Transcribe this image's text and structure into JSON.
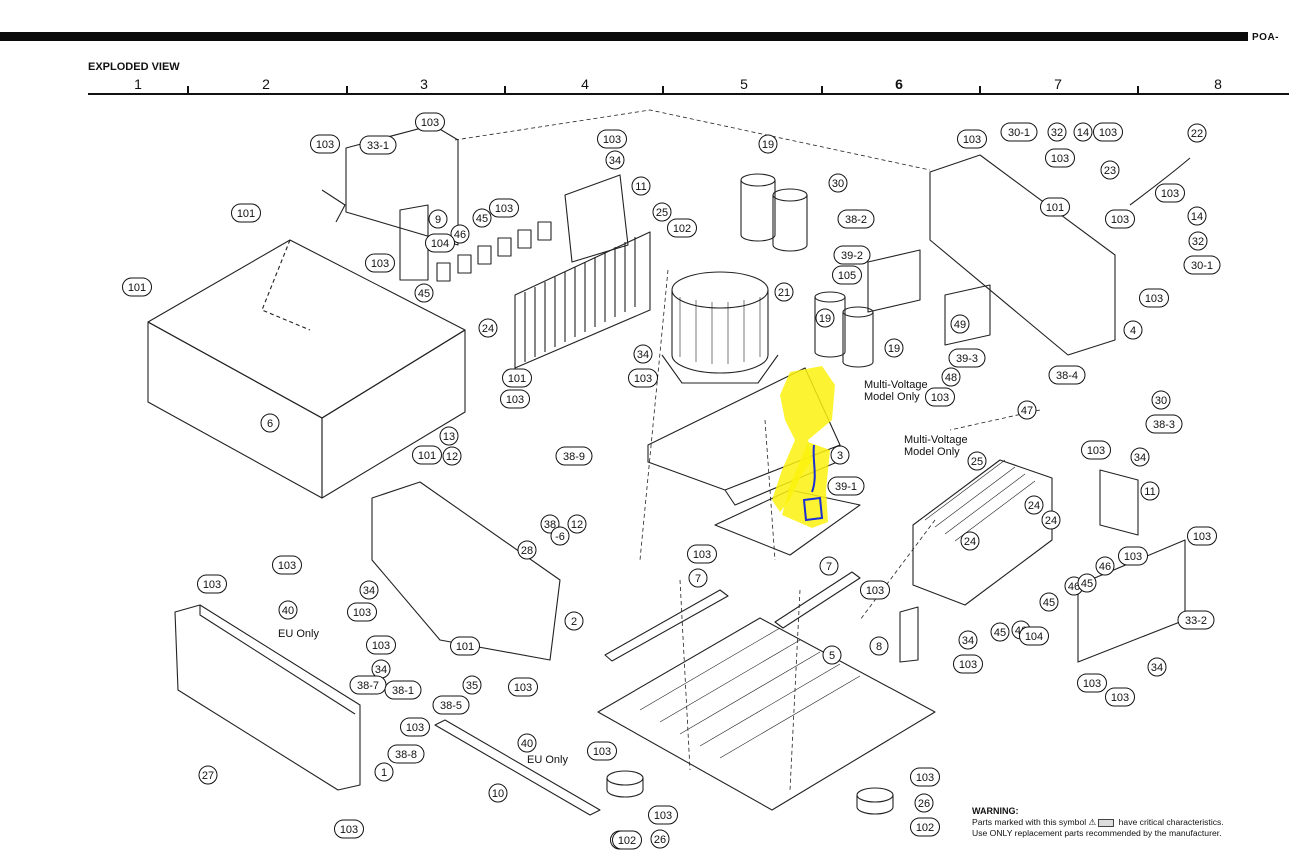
{
  "header": {
    "model_code": "POA-",
    "title": "EXPLODED VIEW"
  },
  "grid_columns": [
    "1",
    "2",
    "3",
    "4",
    "5",
    "6",
    "7",
    "8"
  ],
  "annotations": {
    "multi_voltage_1": [
      "Multi-Voltage",
      "Model Only"
    ],
    "multi_voltage_2": [
      "Multi-Voltage",
      "Model Only"
    ],
    "eu_only_1": "EU Only",
    "eu_only_2": "EU Only"
  },
  "warning": {
    "title": "WARNING:",
    "line1_a": "Parts marked with this symbol",
    "line1_b": "have critical characteristics.",
    "line2": "Use ONLY replacement parts recommended by the manufacturer."
  },
  "callouts": [
    {
      "id": "c1",
      "text": "103"
    },
    {
      "id": "c2",
      "text": "33-1"
    },
    {
      "id": "c3",
      "text": "103"
    },
    {
      "id": "c4",
      "text": "9"
    },
    {
      "id": "c5",
      "text": "103"
    },
    {
      "id": "c6",
      "text": "101"
    },
    {
      "id": "c7",
      "text": "101"
    },
    {
      "id": "c8",
      "text": "6"
    },
    {
      "id": "c9",
      "text": "101"
    },
    {
      "id": "c10",
      "text": "101"
    },
    {
      "id": "c11",
      "text": "103"
    },
    {
      "id": "c12",
      "text": "34"
    },
    {
      "id": "c13",
      "text": "11"
    },
    {
      "id": "c14",
      "text": "103"
    },
    {
      "id": "c15",
      "text": "45"
    },
    {
      "id": "c16",
      "text": "46"
    },
    {
      "id": "c17",
      "text": "104"
    },
    {
      "id": "c18",
      "text": "45"
    },
    {
      "id": "c19",
      "text": "24"
    },
    {
      "id": "c20",
      "text": "25"
    },
    {
      "id": "c21",
      "text": "102"
    },
    {
      "id": "c22",
      "text": "34"
    },
    {
      "id": "c23",
      "text": "103"
    },
    {
      "id": "c24",
      "text": "103"
    },
    {
      "id": "c25",
      "text": "13"
    },
    {
      "id": "c26",
      "text": "12"
    },
    {
      "id": "c27",
      "text": "38-9"
    },
    {
      "id": "c28",
      "text": "38"
    },
    {
      "id": "c29",
      "text": "-6"
    },
    {
      "id": "c30",
      "text": "12"
    },
    {
      "id": "c31",
      "text": "28"
    },
    {
      "id": "c32",
      "text": "103"
    },
    {
      "id": "c33",
      "text": "34"
    },
    {
      "id": "c34",
      "text": "40"
    },
    {
      "id": "c35",
      "text": "103"
    },
    {
      "id": "c36",
      "text": "2"
    },
    {
      "id": "c37",
      "text": "103"
    },
    {
      "id": "c38",
      "text": "101"
    },
    {
      "id": "c39",
      "text": "34"
    },
    {
      "id": "c40",
      "text": "38-7"
    },
    {
      "id": "c41",
      "text": "38-1"
    },
    {
      "id": "c42",
      "text": "35"
    },
    {
      "id": "c43",
      "text": "38-5"
    },
    {
      "id": "c44",
      "text": "103"
    },
    {
      "id": "c45",
      "text": "103"
    },
    {
      "id": "c46",
      "text": "38-8"
    },
    {
      "id": "c47",
      "text": "1"
    },
    {
      "id": "c48",
      "text": "27"
    },
    {
      "id": "c49",
      "text": "103"
    },
    {
      "id": "c50",
      "text": "40"
    },
    {
      "id": "c51",
      "text": "10"
    },
    {
      "id": "c52",
      "text": "103"
    },
    {
      "id": "c53",
      "text": "102"
    },
    {
      "id": "c54",
      "text": "19"
    },
    {
      "id": "c55",
      "text": "21"
    },
    {
      "id": "c56",
      "text": "105"
    },
    {
      "id": "c57",
      "text": "19"
    },
    {
      "id": "c58",
      "text": "19"
    },
    {
      "id": "c59",
      "text": "30"
    },
    {
      "id": "c60",
      "text": "38-2"
    },
    {
      "id": "c61",
      "text": "39-2"
    },
    {
      "id": "c62",
      "text": "49"
    },
    {
      "id": "c63",
      "text": "39-3"
    },
    {
      "id": "c64",
      "text": "3"
    },
    {
      "id": "c65",
      "text": "39-1"
    },
    {
      "id": "c66",
      "text": "103"
    },
    {
      "id": "c67",
      "text": "7"
    },
    {
      "id": "c68",
      "text": "7"
    },
    {
      "id": "c69",
      "text": "5"
    },
    {
      "id": "c70",
      "text": "103"
    },
    {
      "id": "c71",
      "text": "102"
    },
    {
      "id": "c72",
      "text": "26"
    },
    {
      "id": "c73",
      "text": "103"
    },
    {
      "id": "c74",
      "text": "103"
    },
    {
      "id": "c75",
      "text": "26"
    },
    {
      "id": "c76",
      "text": "102"
    },
    {
      "id": "c77",
      "text": "103"
    },
    {
      "id": "c78",
      "text": "30-1"
    },
    {
      "id": "c79",
      "text": "32"
    },
    {
      "id": "c80",
      "text": "14"
    },
    {
      "id": "c81",
      "text": "103"
    },
    {
      "id": "c82",
      "text": "22"
    },
    {
      "id": "c83",
      "text": "103"
    },
    {
      "id": "c84",
      "text": "23"
    },
    {
      "id": "c85",
      "text": "101"
    },
    {
      "id": "c86",
      "text": "103"
    },
    {
      "id": "c87",
      "text": "103"
    },
    {
      "id": "c88",
      "text": "14"
    },
    {
      "id": "c89",
      "text": "32"
    },
    {
      "id": "c90",
      "text": "30-1"
    },
    {
      "id": "c91",
      "text": "103"
    },
    {
      "id": "c92",
      "text": "4"
    },
    {
      "id": "c93",
      "text": "38-4"
    },
    {
      "id": "c94",
      "text": "48"
    },
    {
      "id": "c95",
      "text": "103"
    },
    {
      "id": "c96",
      "text": "47"
    },
    {
      "id": "c97",
      "text": "30"
    },
    {
      "id": "c98",
      "text": "38-3"
    },
    {
      "id": "c99",
      "text": "103"
    },
    {
      "id": "c100",
      "text": "34"
    },
    {
      "id": "c101",
      "text": "11"
    },
    {
      "id": "c102",
      "text": "25"
    },
    {
      "id": "c103",
      "text": "24"
    },
    {
      "id": "c104",
      "text": "24"
    },
    {
      "id": "c105",
      "text": "103"
    },
    {
      "id": "c106",
      "text": "103"
    },
    {
      "id": "c107",
      "text": "46"
    },
    {
      "id": "c108",
      "text": "46"
    },
    {
      "id": "c109",
      "text": "45"
    },
    {
      "id": "c110",
      "text": "45"
    },
    {
      "id": "c111",
      "text": "45"
    },
    {
      "id": "c112",
      "text": "46"
    },
    {
      "id": "c113",
      "text": "104"
    },
    {
      "id": "c114",
      "text": "103"
    },
    {
      "id": "c115",
      "text": "8"
    },
    {
      "id": "c116",
      "text": "34"
    },
    {
      "id": "c117",
      "text": "103"
    },
    {
      "id": "c118",
      "text": "33-2"
    },
    {
      "id": "c119",
      "text": "103"
    },
    {
      "id": "c120",
      "text": "34"
    },
    {
      "id": "c121",
      "text": "103"
    },
    {
      "id": "c122",
      "text": "24"
    }
  ]
}
